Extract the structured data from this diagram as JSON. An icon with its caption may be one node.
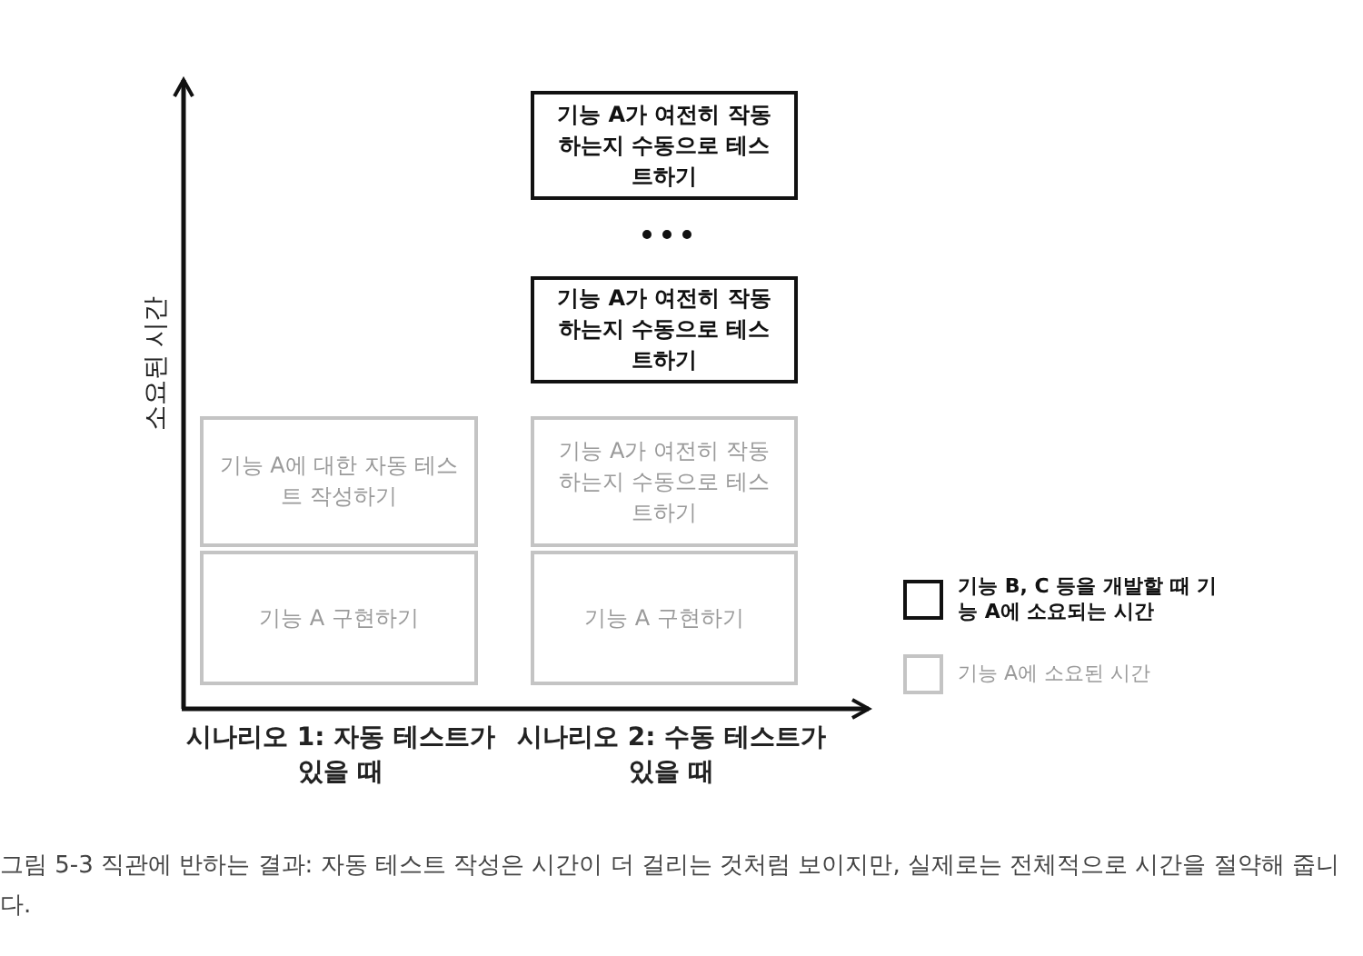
{
  "diagram": {
    "caption": "그림 5-3 직관에 반하는 결과: 자동 테스트 작성은 시간이 더 걸리는 것처럼 보이지만, 실제로는 전체적으로 시간을 절약해 줍니다.",
    "nodes": [
      {
        "text": [
          "기능 A가 여전히 작동하는지 수동으로 테스트하기"
        ]
      },
      {
        "text": [
          "기능 A가 여전히 작동하는지 수동으로 테스트하기"
        ]
      },
      {
        "text": [
          "기능 A에 대한 자동 테스트 작성하기"
        ]
      },
      {
        "text": [
          "기능 A가 여전히 작동하는지 수동으로 테스트하기"
        ]
      },
      {
        "text": [
          "기능 A 구현하기"
        ]
      },
      {
        "text": [
          "기능 A 구현하기"
        ]
      }
    ],
    "labels": [
      "소요된 시간",
      "시나리오 1: 자동 테스트가 있을 때",
      "시나리오 2: 수동 테스트가 있을 때"
    ],
    "legend": [
      {
        "text": "기능 B, C 등을 개발할 때 기능 A에 소요되는 시간"
      },
      {
        "text": "기능 A에 소요된 시간"
      }
    ]
  }
}
